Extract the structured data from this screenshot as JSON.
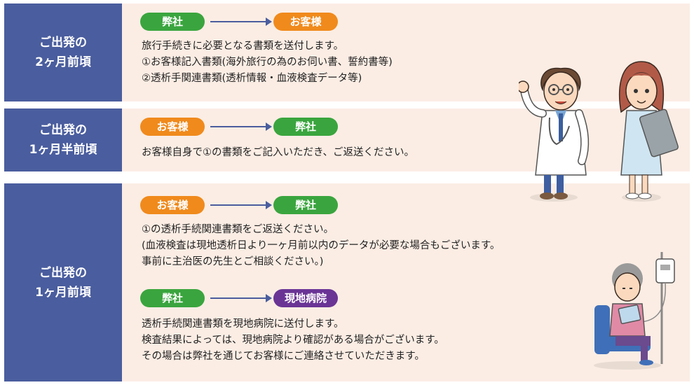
{
  "rows": [
    {
      "label_lines": [
        "ご出発の",
        "2ヶ月前頃"
      ],
      "flows": [
        {
          "from": "弊社",
          "to": "お客様",
          "lines": [
            "旅行手続きに必要となる書類を送付します。",
            "①お客様記入書類(海外旅行の為のお伺い書、誓約書等)",
            "②透析手関連書類(透析情報・血液検査データ等)"
          ]
        }
      ]
    },
    {
      "label_lines": [
        "ご出発の",
        "1ヶ月半前頃"
      ],
      "flows": [
        {
          "from": "お客様",
          "to": "弊社",
          "lines": [
            "お客様自身で①の書類をご記入いただき、ご返送ください。"
          ]
        }
      ]
    },
    {
      "label_lines": [
        "ご出発の",
        "1ヶ月前頃"
      ],
      "flows": [
        {
          "from": "お客様",
          "to": "弊社",
          "lines": [
            "①の透析手続関連書類をご返送ください。",
            "(血液検査は現地透析日より一ヶ月前以内のデータが必要な場合もございます。",
            "事前に主治医の先生とご相談ください。)"
          ]
        },
        {
          "from": "弊社",
          "to": "現地病院",
          "lines": [
            "透析手続関連書類を現地病院に送付します。",
            "検査結果によっては、現地病院より確認がある場合がございます。",
            "その場合は弊社を通じてお客様にご連絡させていただきます。"
          ]
        }
      ]
    }
  ],
  "colors": {
    "label_bg": "#4a5d9e",
    "content_bg": "#fbede4",
    "green": "#3aa53e",
    "orange": "#f08a1c",
    "purple": "#6a3495"
  },
  "illustrations": [
    "doctor",
    "nurse",
    "patient-on-iv"
  ]
}
